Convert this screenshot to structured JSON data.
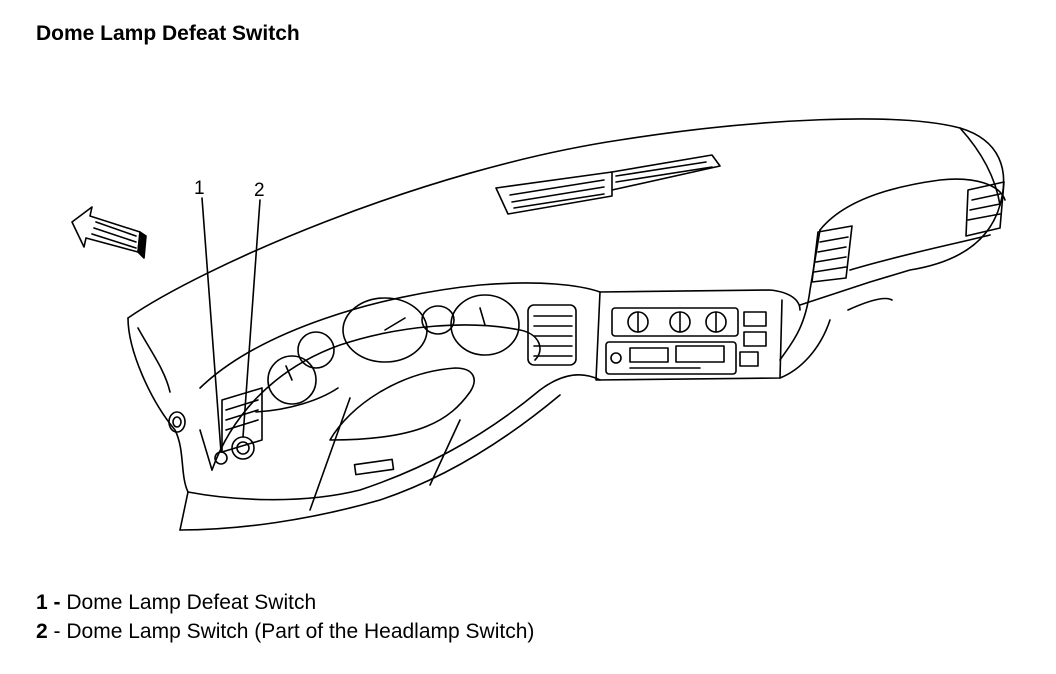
{
  "title": "Dome Lamp Defeat Switch",
  "callouts": [
    {
      "number": "1"
    },
    {
      "number": "2"
    }
  ],
  "legend": [
    {
      "number": "1",
      "separator": " - ",
      "text": "Dome Lamp Defeat Switch"
    },
    {
      "number": "2",
      "separator": " - ",
      "text": "Dome Lamp Switch (Part of the Headlamp Switch)"
    }
  ],
  "icons": [
    "front-direction-arrow-icon"
  ],
  "colors": {
    "ink": "#000000",
    "background": "#ffffff"
  }
}
